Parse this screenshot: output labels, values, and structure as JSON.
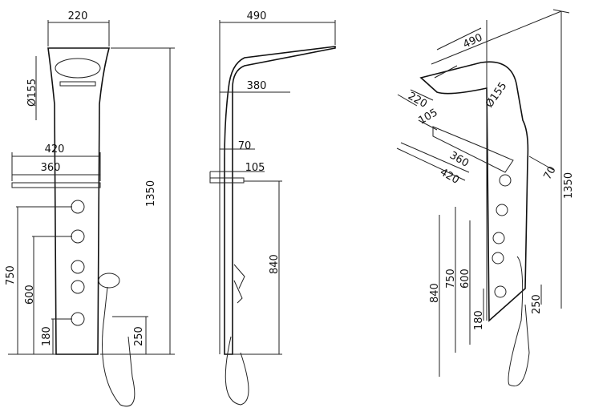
{
  "front_view": {
    "width_top": "220",
    "head_diameter": "Ø155",
    "shelf_width": "420",
    "shelf_inner": "360",
    "total_height": "1350",
    "jet_upper_height": "750",
    "jet_middle_height": "600",
    "jet_lower_height": "180",
    "hand_shower_holder_height": "250"
  },
  "side_view": {
    "head_projection": "490",
    "head_inner_projection": "380",
    "panel_depth": "70",
    "shelf_depth": "105",
    "shelf_height": "840"
  },
  "iso_view": {
    "head_projection": "490",
    "width_top": "220",
    "head_diameter": "Ø155",
    "shelf_depth": "105",
    "shelf_inner": "360",
    "shelf_width": "420",
    "panel_depth": "70",
    "total_height": "1350",
    "shelf_height": "840",
    "jet_upper_height": "750",
    "jet_middle_height": "600",
    "jet_lower_height": "180",
    "hand_shower_holder_height": "250"
  }
}
